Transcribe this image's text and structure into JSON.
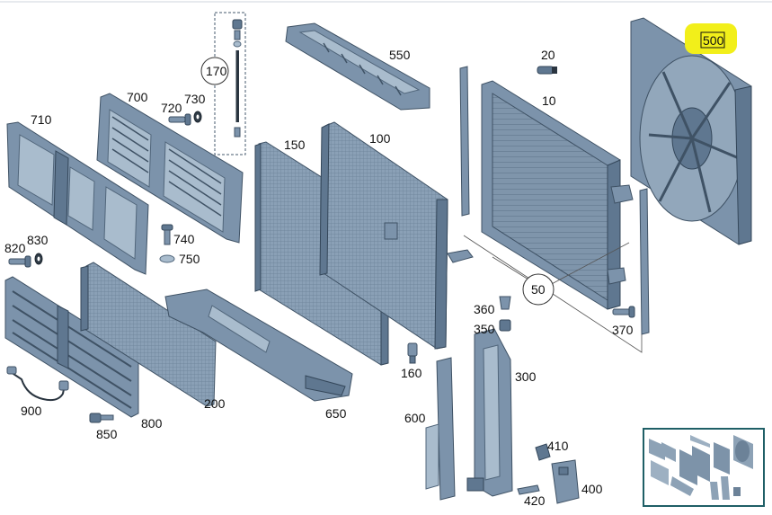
{
  "diagram": {
    "labels": {
      "p10": "10",
      "p20": "20",
      "p50": "50",
      "p100": "100",
      "p150": "150",
      "p160": "160",
      "p170": "170",
      "p200": "200",
      "p300": "300",
      "p350": "350",
      "p360": "360",
      "p370": "370",
      "p400": "400",
      "p410": "410",
      "p420": "420",
      "p500": "500",
      "p550": "550",
      "p600": "600",
      "p650": "650",
      "p700": "700",
      "p710": "710",
      "p720": "720",
      "p730": "730",
      "p740": "740",
      "p750": "750",
      "p800": "800",
      "p820": "820",
      "p830": "830",
      "p850": "850",
      "p900": "900"
    },
    "highlight_color": "#f2ef1a",
    "part_color": "#7c93ab",
    "outline_color": "#3f5265",
    "navigator_border_color": "#1f5f66"
  }
}
